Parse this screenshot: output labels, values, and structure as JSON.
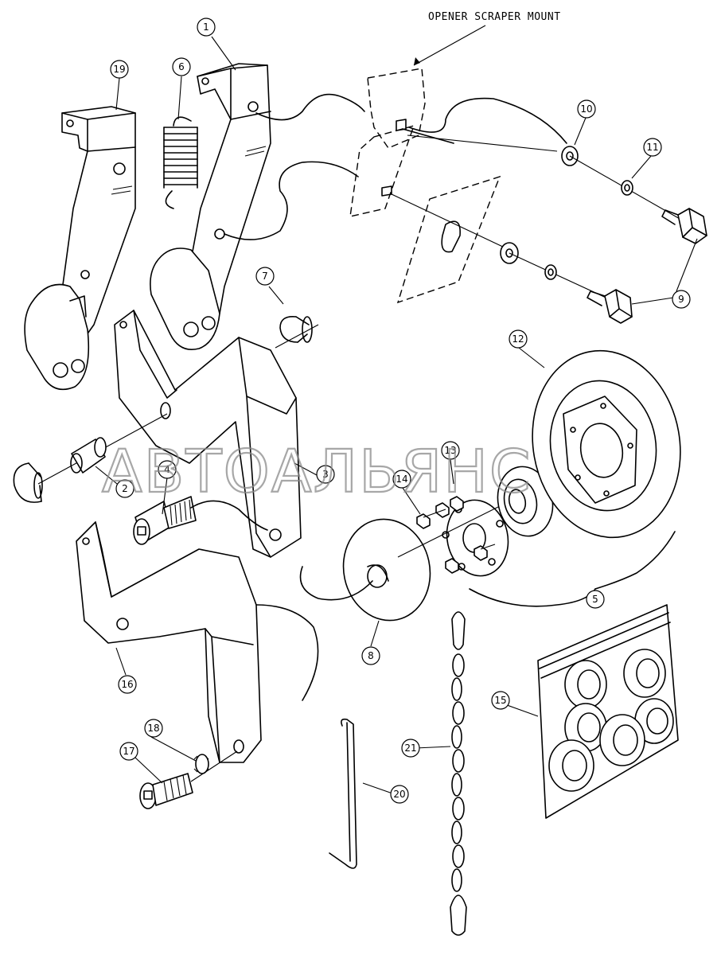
{
  "diagram": {
    "title": "OPENER SCRAPER MOUNT",
    "watermark": "АВТОАЛЬЯНС",
    "callouts": [
      "1",
      "2",
      "3",
      "4",
      "5",
      "6",
      "7",
      "8",
      "9",
      "10",
      "11",
      "12",
      "13",
      "14",
      "15",
      "16",
      "17",
      "18",
      "19",
      "20",
      "21"
    ]
  }
}
